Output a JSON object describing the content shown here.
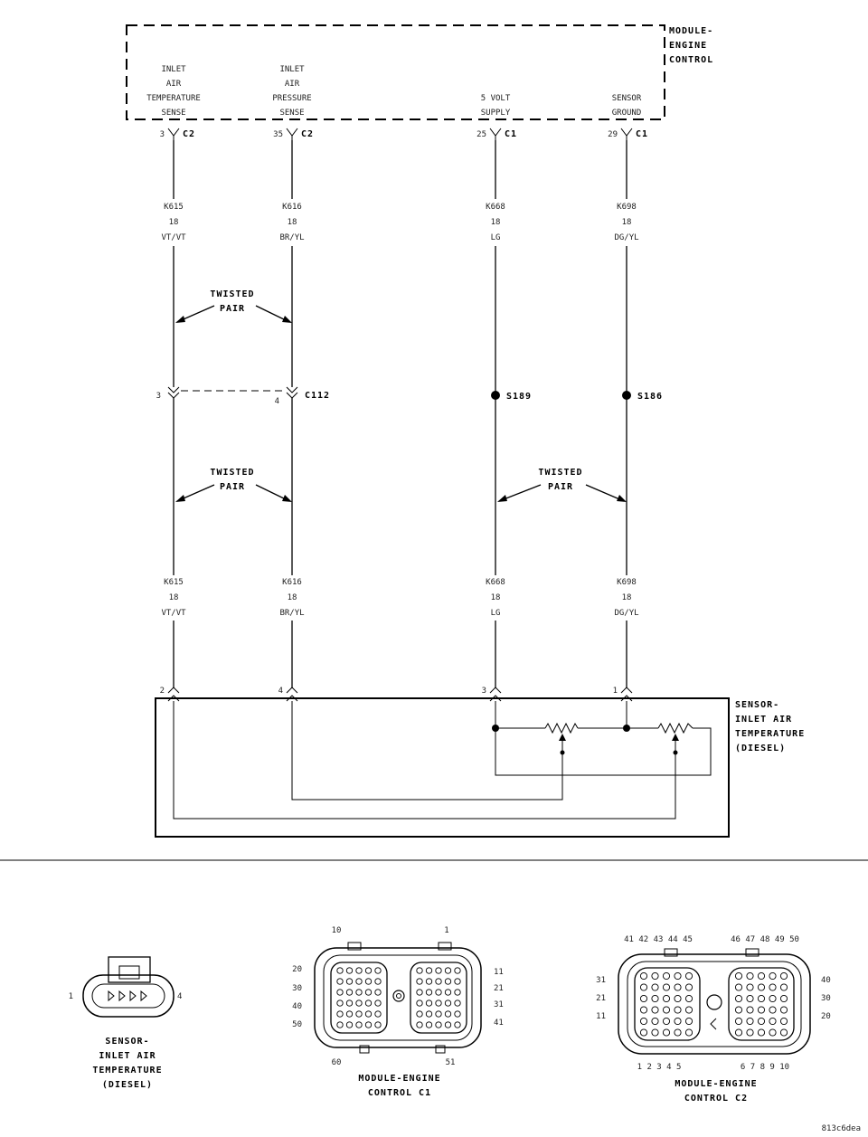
{
  "module": {
    "title_lines": [
      "MODULE-",
      "ENGINE",
      "CONTROL"
    ],
    "circuits": [
      {
        "label_lines": [
          "INLET",
          "AIR",
          "TEMPERATURE",
          "SENSE"
        ],
        "pin": "3",
        "connector": "C2"
      },
      {
        "label_lines": [
          "INLET",
          "AIR",
          "PRESSURE",
          "SENSE"
        ],
        "pin": "35",
        "connector": "C2"
      },
      {
        "label_lines": [
          "5 VOLT",
          "SUPPLY"
        ],
        "pin": "25",
        "connector": "C1"
      },
      {
        "label_lines": [
          "SENSOR",
          "GROUND"
        ],
        "pin": "29",
        "connector": "C1"
      }
    ]
  },
  "wires_upper": [
    {
      "circuit": "K615",
      "gauge": "18",
      "color": "VT/VT"
    },
    {
      "circuit": "K616",
      "gauge": "18",
      "color": "BR/YL"
    },
    {
      "circuit": "K668",
      "gauge": "18",
      "color": "LG"
    },
    {
      "circuit": "K698",
      "gauge": "18",
      "color": "DG/YL"
    }
  ],
  "wires_lower": [
    {
      "circuit": "K615",
      "gauge": "18",
      "color": "VT/VT"
    },
    {
      "circuit": "K616",
      "gauge": "18",
      "color": "BR/YL"
    },
    {
      "circuit": "K668",
      "gauge": "18",
      "color": "LG"
    },
    {
      "circuit": "K698",
      "gauge": "18",
      "color": "DG/YL"
    }
  ],
  "twisted_pair": [
    "TWISTED",
    "PAIR"
  ],
  "inline_connector": {
    "name": "C112",
    "pin_left": "3",
    "pin_right": "4"
  },
  "splices": [
    "S189",
    "S186"
  ],
  "sensor": {
    "title_lines": [
      "SENSOR-",
      "INLET AIR",
      "TEMPERATURE",
      "(DIESEL)"
    ],
    "pins": [
      "2",
      "4",
      "3",
      "1"
    ]
  },
  "views": {
    "sensor_view": {
      "caption_lines": [
        "SENSOR-",
        "INLET AIR",
        "TEMPERATURE",
        "(DIESEL)"
      ],
      "pin_left": "1",
      "pin_right": "4"
    },
    "c1_view": {
      "caption_lines": [
        "MODULE-ENGINE",
        "CONTROL C1"
      ],
      "top_left": "10",
      "top_right": "1",
      "left_pins": [
        "20",
        "30",
        "40",
        "50"
      ],
      "right_pins": [
        "11",
        "21",
        "31",
        "41"
      ],
      "bottom_left": "60",
      "bottom_right": "51"
    },
    "c2_view": {
      "caption_lines": [
        "MODULE-ENGINE",
        "CONTROL C2"
      ],
      "top_left_pins": "41 42 43 44 45",
      "top_right_pins": "46 47 48 49 50",
      "left_pins": [
        "31",
        "21",
        "11"
      ],
      "right_pins": [
        "40",
        "30",
        "20"
      ],
      "bottom_left_pins": "1 2 3 4 5",
      "bottom_right_pins": "6 7 8 9 10"
    }
  },
  "figure_id": "813c6dea"
}
